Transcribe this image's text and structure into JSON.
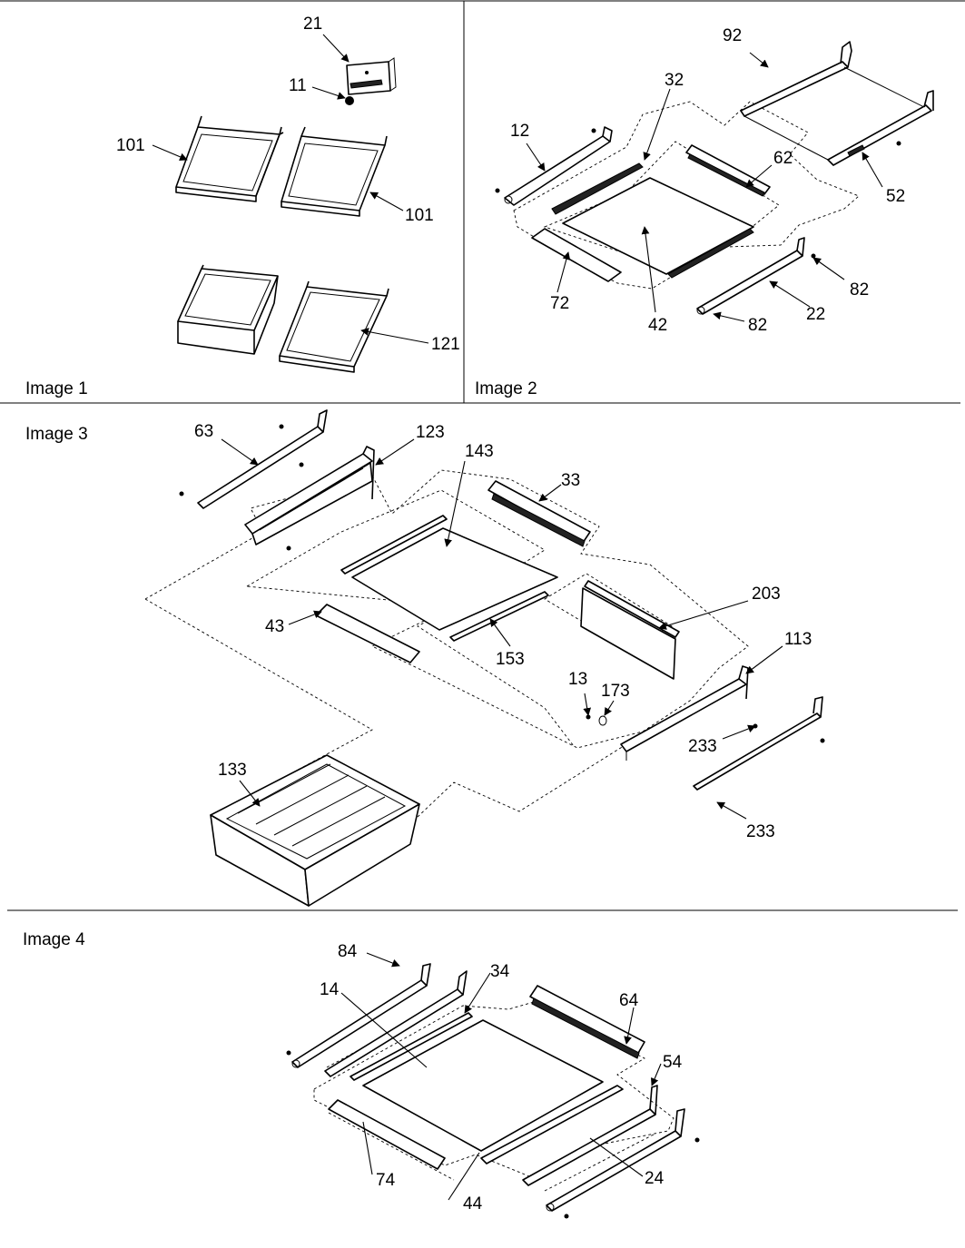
{
  "panels": [
    {
      "caption": "Image 1"
    },
    {
      "caption": "Image 2"
    },
    {
      "caption": "Image 3"
    },
    {
      "caption": "Image 4"
    }
  ],
  "callouts": {
    "p1": [
      "21",
      "11",
      "101",
      "101",
      "121"
    ],
    "p2": [
      "92",
      "32",
      "12",
      "62",
      "52",
      "82",
      "72",
      "42",
      "82",
      "22"
    ],
    "p3": [
      "63",
      "123",
      "143",
      "33",
      "43",
      "153",
      "203",
      "113",
      "13",
      "173",
      "233",
      "133",
      "233"
    ],
    "p4": [
      "84",
      "34",
      "14",
      "64",
      "54",
      "74",
      "44",
      "24"
    ]
  },
  "icons": {
    "arrowhead": "arrow-head-icon",
    "screw": "screw-icon"
  }
}
